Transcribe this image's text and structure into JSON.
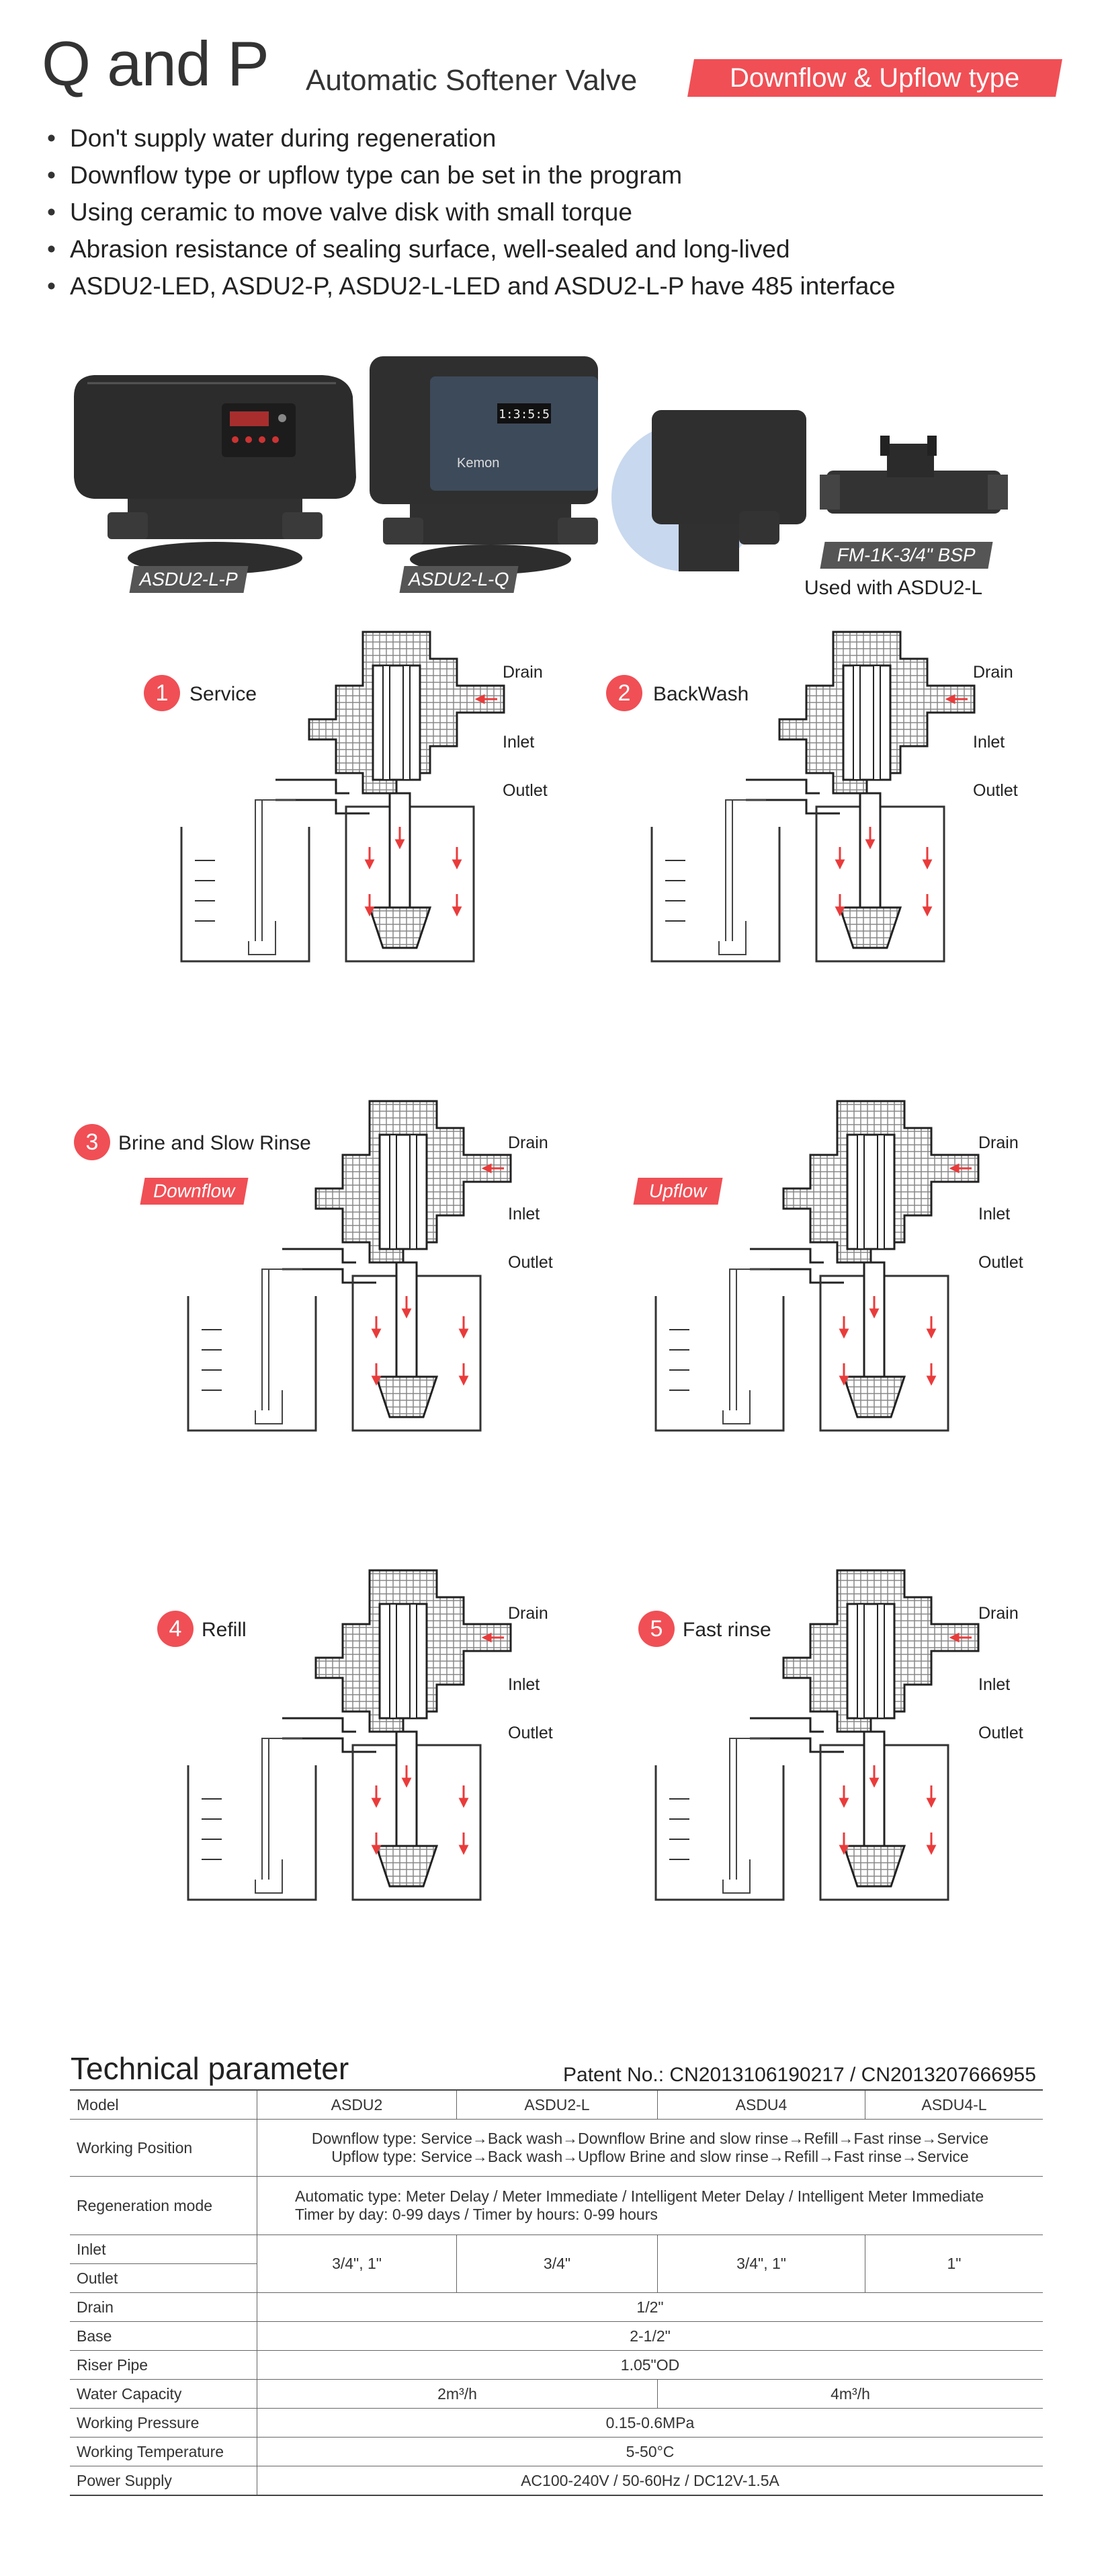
{
  "header": {
    "title_main": "Q and P",
    "title_sub": "Automatic Softener Valve",
    "type_tag": "Downflow & Upflow type"
  },
  "features": [
    "Don't supply water during regeneration",
    "Downflow type or upflow type can be set in the program",
    "Using ceramic to move valve disk with small torque",
    "Abrasion resistance of sealing surface, well-sealed and long-lived",
    "ASDU2-LED, ASDU2-P, ASDU2-L-LED and ASDU2-L-P have 485 interface"
  ],
  "products": [
    {
      "label": "ASDU2-L-P"
    },
    {
      "label": "ASDU2-L-Q",
      "brand": "Kemon",
      "display": "1:3:5:5"
    },
    {
      "label": "FM-1K-3/4\" BSP",
      "caption": "Used with ASDU2-L"
    }
  ],
  "ports": {
    "drain": "Drain",
    "inlet": "Inlet",
    "outlet": "Outlet"
  },
  "steps": [
    {
      "num": "1",
      "title": "Service"
    },
    {
      "num": "2",
      "title": "BackWash"
    },
    {
      "num": "3",
      "title": "Brine and Slow Rinse",
      "tag_left": "Downflow",
      "tag_right": "Upflow"
    },
    {
      "num": "4",
      "title": "Refill"
    },
    {
      "num": "5",
      "title": "Fast rinse"
    }
  ],
  "tech": {
    "title": "Technical parameter",
    "patent": "Patent No.: CN2013106190217 / CN2013207666955",
    "header": [
      "Model",
      "ASDU2",
      "ASDU2-L",
      "ASDU4",
      "ASDU4-L"
    ],
    "working_position": {
      "label": "Working Position",
      "line1": "Downflow type: Service→Back wash→Downflow Brine and slow rinse→Refill→Fast rinse→Service",
      "line2": "Upflow type: Service→Back wash→Upflow Brine and slow rinse→Refill→Fast rinse→Service"
    },
    "regen": {
      "label": "Regeneration mode",
      "line1": "Automatic type: Meter Delay / Meter Immediate / Intelligent Meter Delay / Intelligent Meter Immediate",
      "line2": "Timer by day: 0-99 days / Timer by hours: 0-99 hours"
    },
    "inlet_label": "Inlet",
    "outlet_label": "Outlet",
    "inlet_outlet": [
      "3/4\", 1\"",
      "3/4\"",
      "3/4\", 1\"",
      "1\""
    ],
    "rows": [
      {
        "label": "Drain",
        "value": "1/2\""
      },
      {
        "label": "Base",
        "value": "2-1/2\""
      },
      {
        "label": "Riser Pipe",
        "value": "1.05\"OD"
      }
    ],
    "water_capacity": {
      "label": "Water Capacity",
      "a": "2m³/h",
      "b": "4m³/h"
    },
    "rows2": [
      {
        "label": "Working Pressure",
        "value": "0.15-0.6MPa"
      },
      {
        "label": "Working Temperature",
        "value": "5-50°C"
      },
      {
        "label": "Power Supply",
        "value": "AC100-240V / 50-60Hz / DC12V-1.5A"
      }
    ]
  },
  "colors": {
    "accent": "#f04f55",
    "dark_label": "#555555",
    "valve_body": "#2b2b2b"
  }
}
